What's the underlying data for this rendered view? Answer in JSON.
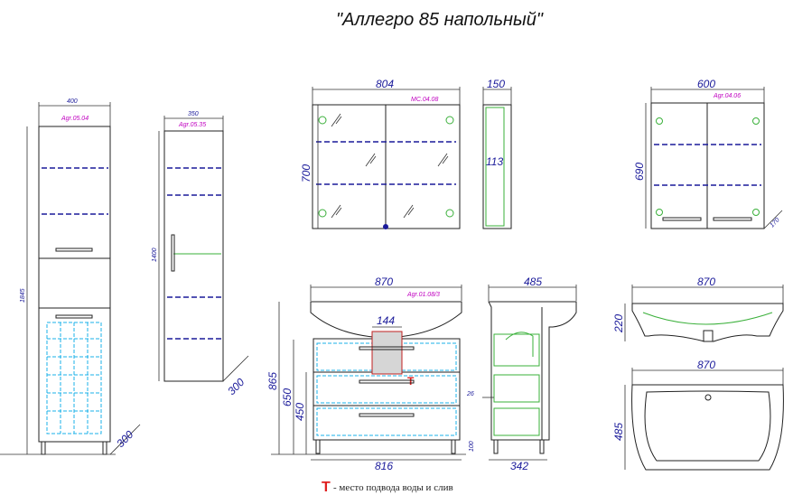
{
  "title": "\"Аллегро 85 напольный\"",
  "tall_cabinet": {
    "width": "400",
    "code": "Agr.05.04",
    "height": "1845",
    "depth": "300"
  },
  "column": {
    "width": "350",
    "code": "Agr.05.35",
    "height": "1400",
    "depth": "300"
  },
  "mirror": {
    "width": "804",
    "code": "MC.04.08",
    "height": "700",
    "depth": "150",
    "inner_depth": "113"
  },
  "wall_cabinet": {
    "width": "600",
    "code": "Agr.04.06",
    "height": "690",
    "depth": "170"
  },
  "vanity": {
    "width": "870",
    "code": "Agr.01.08/3",
    "siphon_width": "144",
    "height_total": "865",
    "height_650": "650",
    "height_450": "450",
    "legs": "100",
    "base_width": "816"
  },
  "vanity_side": {
    "top_depth": "485",
    "offset": "26",
    "base_depth": "342"
  },
  "sink_front": {
    "width": "870",
    "height": "220"
  },
  "sink_top": {
    "width": "870",
    "depth": "485"
  },
  "legend": {
    "symbol": "T",
    "text": "- место подвода воды и слив"
  }
}
